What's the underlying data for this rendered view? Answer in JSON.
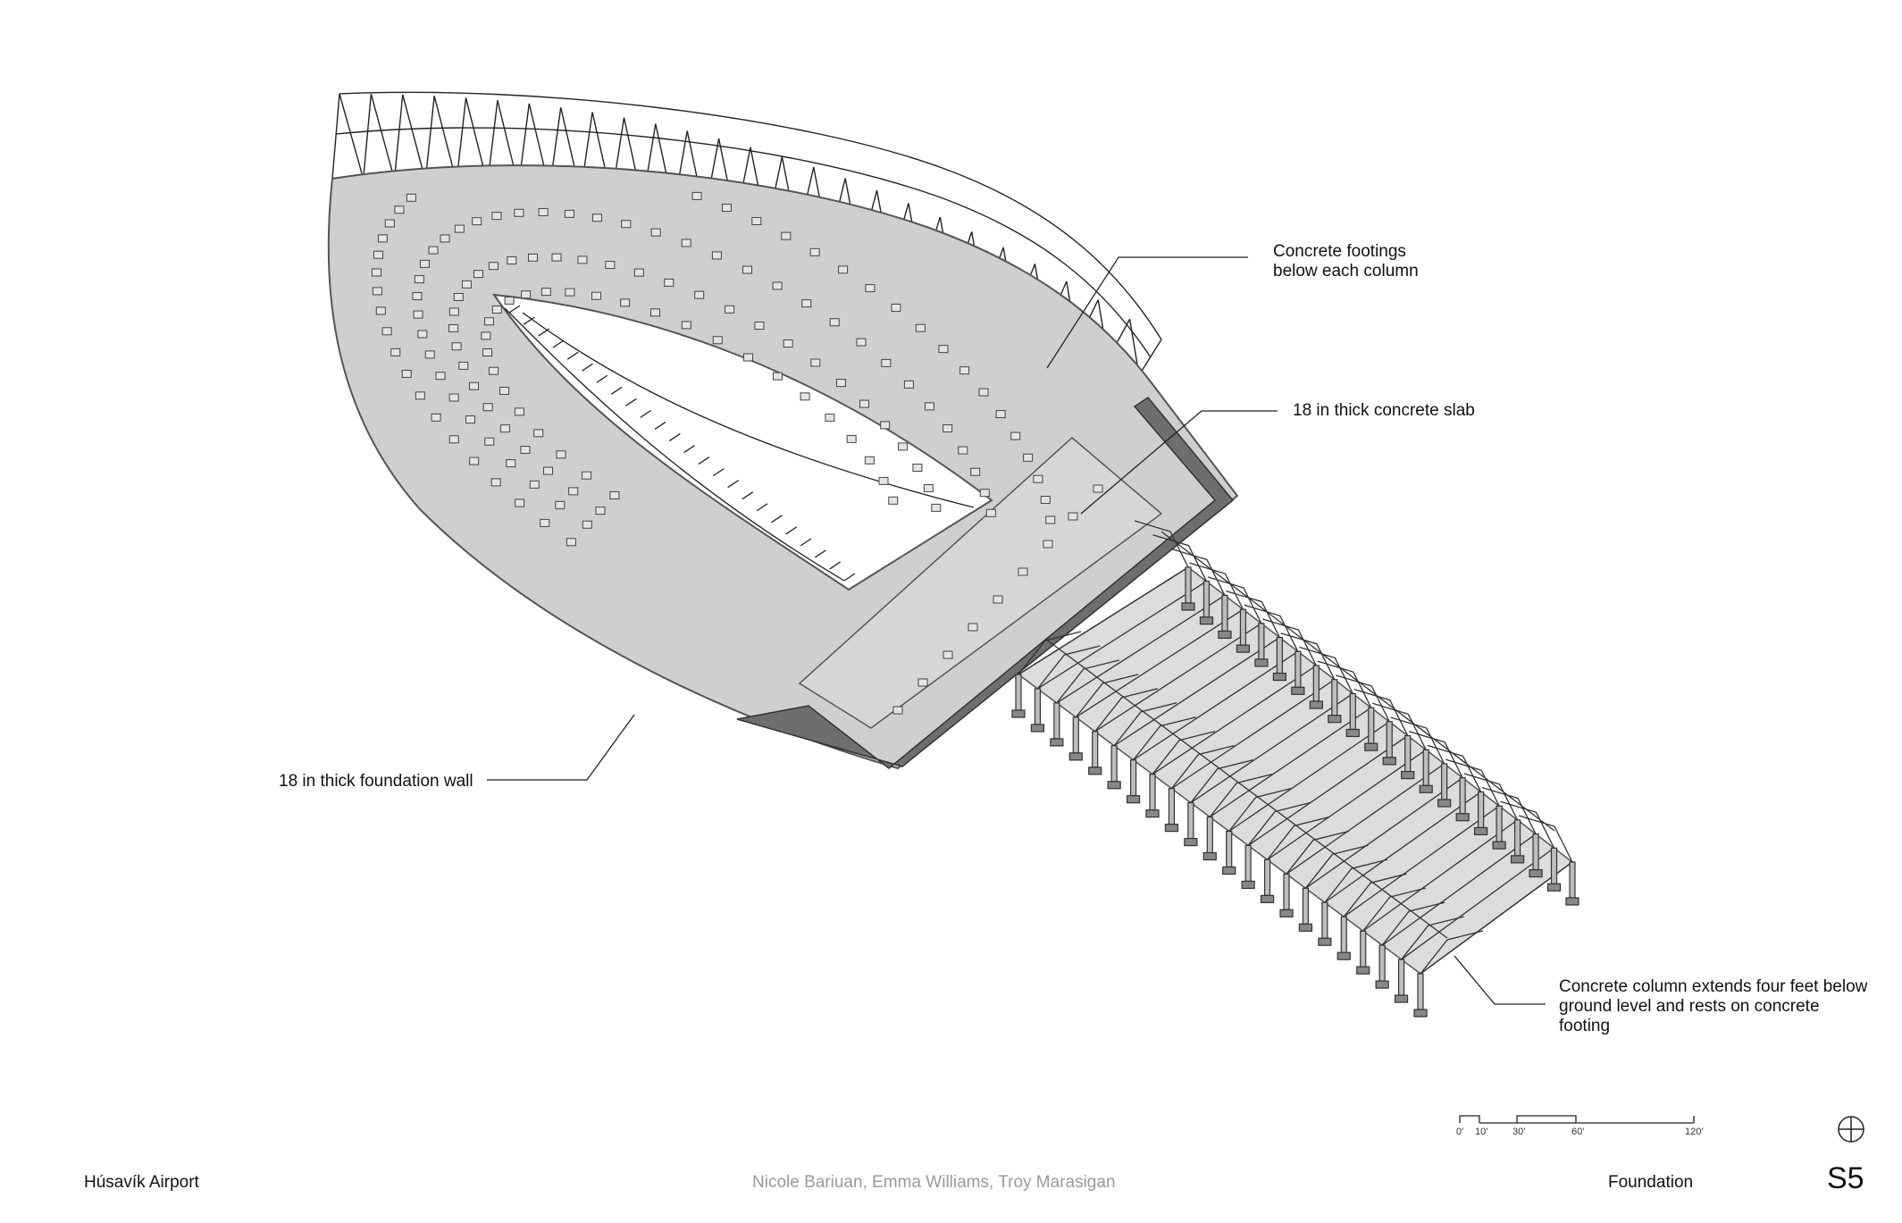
{
  "annotations": {
    "footings": "Concrete footings\nbelow each column",
    "slab": "18 in thick concrete slab",
    "wall": "18 in thick foundation wall",
    "column": "Concrete column extends four feet below\nground level and rests on concrete\nfooting"
  },
  "scale_bar": {
    "labels": [
      "0'",
      "10'",
      "30'",
      "60'",
      "120'"
    ]
  },
  "footer": {
    "project": "Húsavík Airport",
    "authors": "Nicole Bariuan, Emma Williams, Troy Marasigan",
    "sheet_title": "Foundation",
    "sheet_number": "S5"
  },
  "colors": {
    "slab": "#cfcfcf",
    "slab_edge": "#7a7a7a",
    "dark_wall": "#6e6e6e",
    "frame": "#222222",
    "author_text": "#9a9a9a"
  }
}
